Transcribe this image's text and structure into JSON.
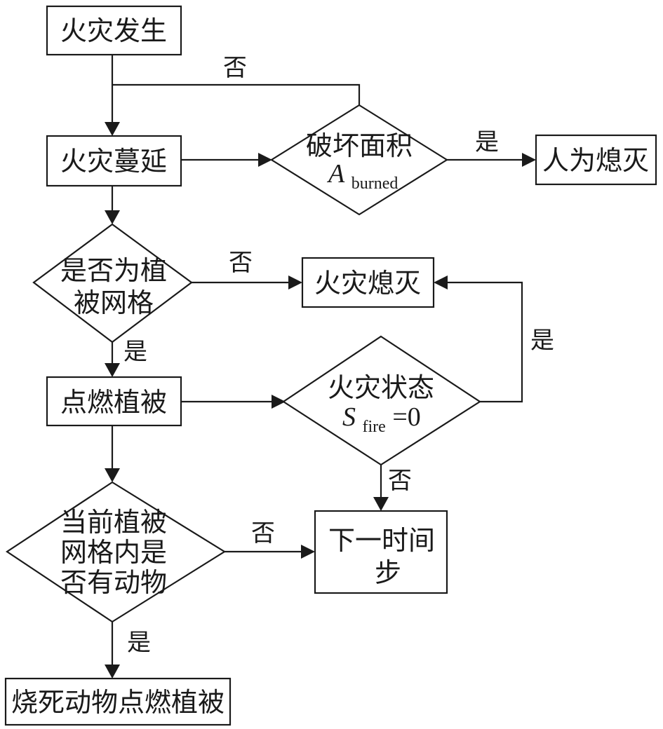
{
  "nodes": {
    "fire_start": "火灾发生",
    "fire_spread": "火灾蔓延",
    "damage_area": {
      "line1": "破坏面积",
      "symbol": "A",
      "sub": "burned"
    },
    "manual_extinguish": "人为熄灭",
    "is_vegetation": {
      "line1": "是否为植",
      "line2": "被网格"
    },
    "fire_extinguished": "火灾熄灭",
    "ignite_vegetation": "点燃植被",
    "fire_state": {
      "line1": "火灾状态",
      "symbol": "S",
      "sub": "fire",
      "rest": "=0"
    },
    "has_animal": {
      "line1": "当前植被",
      "line2": "网格内是",
      "line3": "否有动物"
    },
    "next_step": {
      "line1": "下一时间",
      "line2": "步"
    },
    "burn_animal": "烧死动物点燃植被"
  },
  "edge_labels": {
    "damage_no": "否",
    "damage_yes": "是",
    "veg_no": "否",
    "veg_yes": "是",
    "state_yes": "是",
    "state_no": "否",
    "animal_no": "否",
    "animal_yes": "是"
  }
}
